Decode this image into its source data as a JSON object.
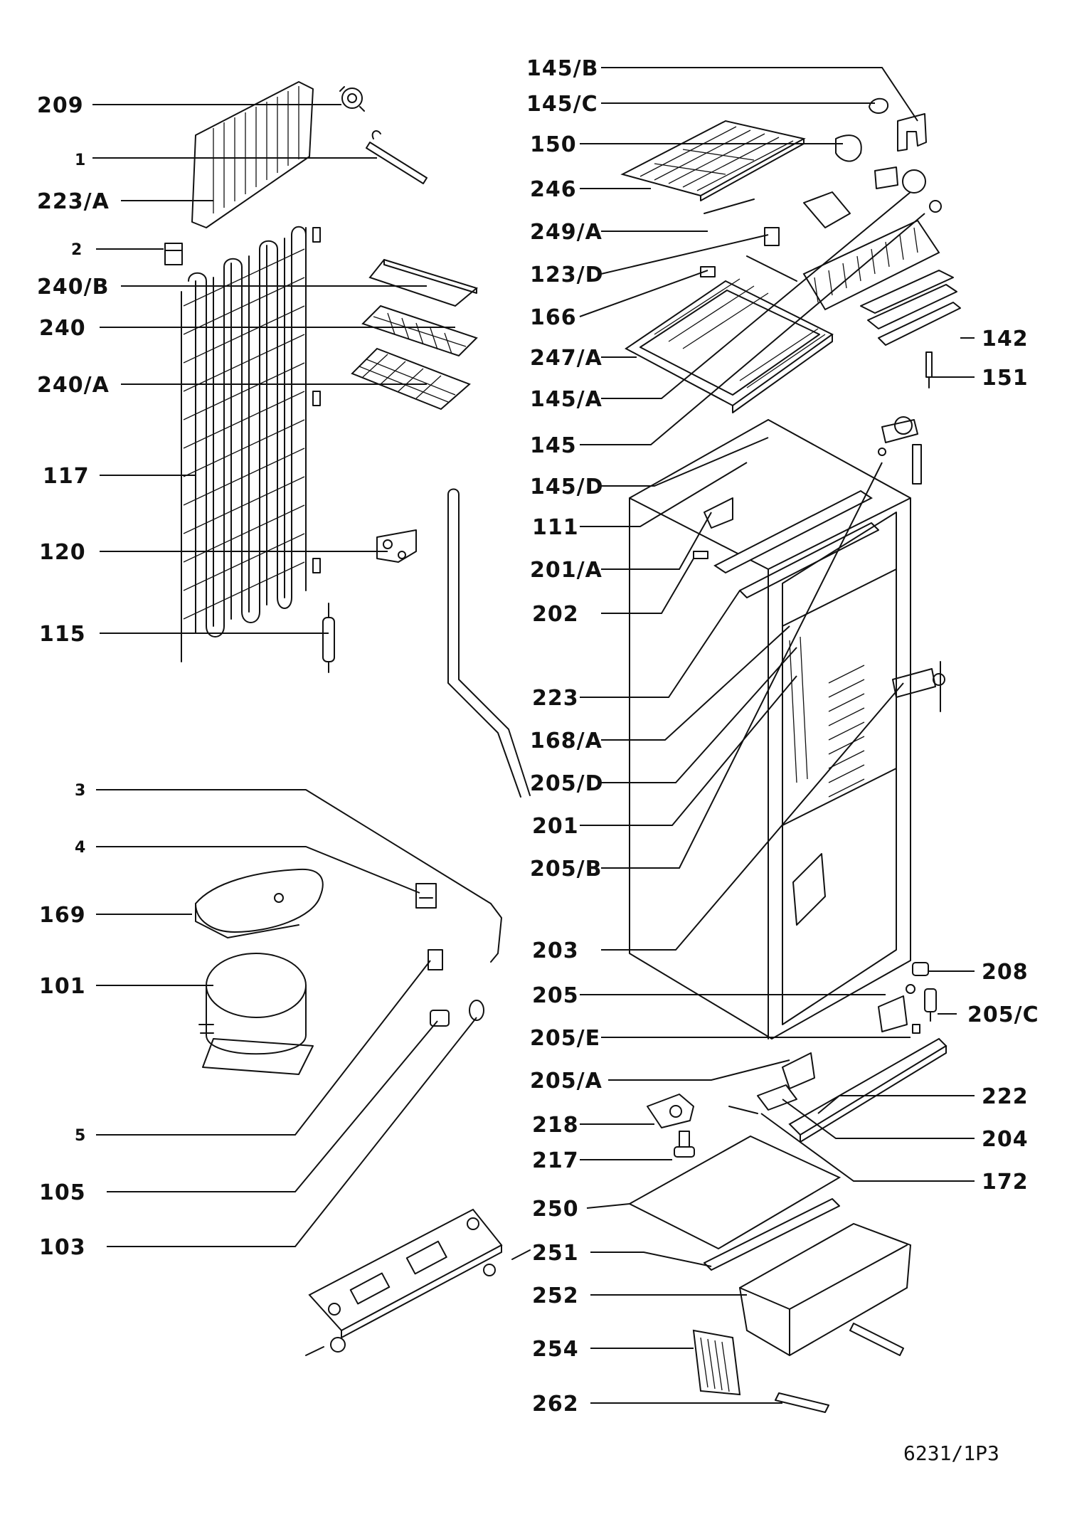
{
  "callouts_left": [
    {
      "id": "209",
      "text": "209",
      "size": "large"
    },
    {
      "id": "1",
      "text": "1",
      "size": "small"
    },
    {
      "id": "223a",
      "text": "223/A",
      "size": "large"
    },
    {
      "id": "2",
      "text": "2",
      "size": "small"
    },
    {
      "id": "240b",
      "text": "240/B",
      "size": "large"
    },
    {
      "id": "240",
      "text": "240",
      "size": "large"
    },
    {
      "id": "240a",
      "text": "240/A",
      "size": "large"
    },
    {
      "id": "117",
      "text": "117",
      "size": "large"
    },
    {
      "id": "120",
      "text": "120",
      "size": "large"
    },
    {
      "id": "115",
      "text": "115",
      "size": "large"
    },
    {
      "id": "3",
      "text": "3",
      "size": "small"
    },
    {
      "id": "4",
      "text": "4",
      "size": "small"
    },
    {
      "id": "169",
      "text": "169",
      "size": "large"
    },
    {
      "id": "101",
      "text": "101",
      "size": "large"
    },
    {
      "id": "5",
      "text": "5",
      "size": "small"
    },
    {
      "id": "105",
      "text": "105",
      "size": "large"
    },
    {
      "id": "103",
      "text": "103",
      "size": "large"
    }
  ],
  "callouts_center": [
    {
      "id": "145b",
      "text": "145/B"
    },
    {
      "id": "145c",
      "text": "145/C"
    },
    {
      "id": "150",
      "text": "150"
    },
    {
      "id": "246",
      "text": "246"
    },
    {
      "id": "249a",
      "text": "249/A"
    },
    {
      "id": "123d",
      "text": "123/D"
    },
    {
      "id": "166",
      "text": "166"
    },
    {
      "id": "247a",
      "text": "247/A"
    },
    {
      "id": "145a",
      "text": "145/A"
    },
    {
      "id": "145",
      "text": "145"
    },
    {
      "id": "145d",
      "text": "145/D"
    },
    {
      "id": "111",
      "text": "111"
    },
    {
      "id": "201a",
      "text": "201/A"
    },
    {
      "id": "202",
      "text": "202"
    },
    {
      "id": "223",
      "text": "223"
    },
    {
      "id": "168a",
      "text": "168/A"
    },
    {
      "id": "205d",
      "text": "205/D"
    },
    {
      "id": "201",
      "text": "201"
    },
    {
      "id": "205b",
      "text": "205/B"
    },
    {
      "id": "203",
      "text": "203"
    },
    {
      "id": "205",
      "text": "205"
    },
    {
      "id": "205e",
      "text": "205/E"
    },
    {
      "id": "205a",
      "text": "205/A"
    },
    {
      "id": "218",
      "text": "218"
    },
    {
      "id": "217",
      "text": "217"
    },
    {
      "id": "250",
      "text": "250"
    },
    {
      "id": "251",
      "text": "251"
    },
    {
      "id": "252",
      "text": "252"
    },
    {
      "id": "254",
      "text": "254"
    },
    {
      "id": "262",
      "text": "262"
    }
  ],
  "callouts_right": [
    {
      "id": "142",
      "text": "142"
    },
    {
      "id": "151",
      "text": "151"
    },
    {
      "id": "208",
      "text": "208"
    },
    {
      "id": "205c",
      "text": "205/C"
    },
    {
      "id": "222",
      "text": "222"
    },
    {
      "id": "204",
      "text": "204"
    },
    {
      "id": "172",
      "text": "172"
    }
  ],
  "drawing_code": "6231/1P3"
}
